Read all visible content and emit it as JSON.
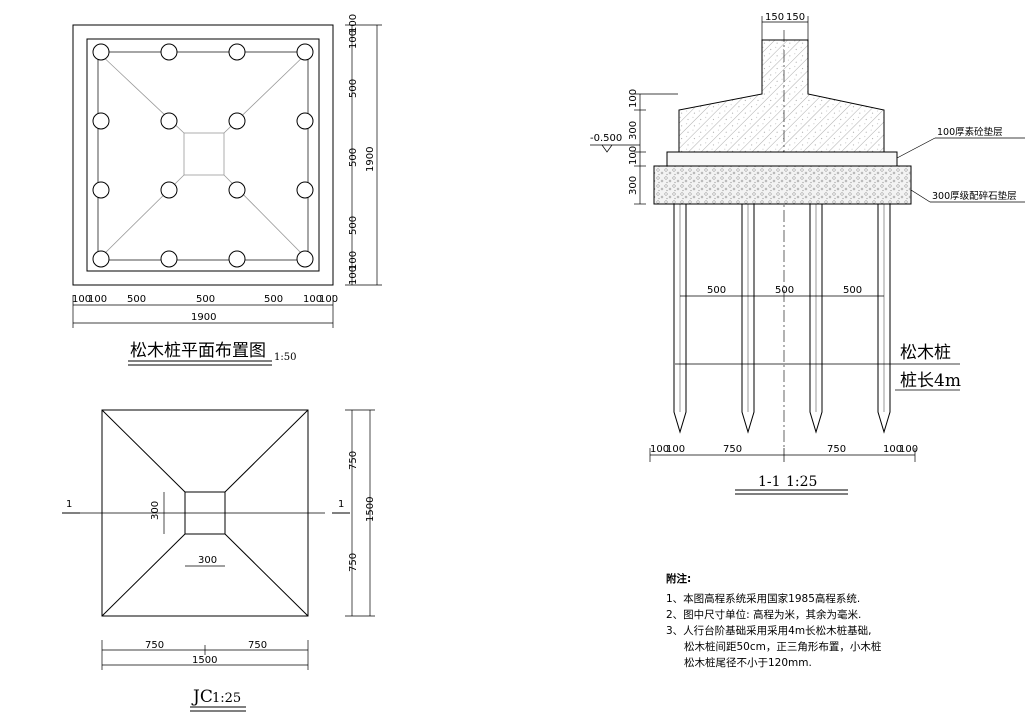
{
  "plan": {
    "title": "松木桩平面布置图",
    "scale": "1:50",
    "dim_right": [
      "100",
      "100",
      "500",
      "500",
      "500",
      "100",
      "100"
    ],
    "dim_right_total": "1900",
    "dim_bottom": [
      "100",
      "100",
      "500",
      "500",
      "500",
      "100",
      "100"
    ],
    "dim_bottom_total": "1900"
  },
  "jc": {
    "title": "JC",
    "scale": "1:25",
    "section_mark": "1",
    "dim_right": [
      "750",
      "750"
    ],
    "dim_right_total": "1500",
    "dim_inner_v": "300",
    "dim_inner_h": "300",
    "dim_bottom": [
      "750",
      "750"
    ],
    "dim_bottom_total": "1500"
  },
  "section": {
    "title": "1-1",
    "scale": "1:25",
    "dim_top": [
      "150",
      "150"
    ],
    "dim_left": [
      "100",
      "300",
      "100",
      "300"
    ],
    "elevation": "-0.500",
    "layer1": "100厚素砼垫层",
    "layer2": "300厚级配碎石垫层",
    "pile_spacing": [
      "500",
      "500",
      "500"
    ],
    "pile_label1": "松木桩",
    "pile_label2": "桩长4m",
    "dim_bottom": [
      "100",
      "100",
      "750",
      "750",
      "100",
      "100"
    ]
  },
  "notes": {
    "heading": "附注:",
    "lines": [
      "1、本图高程系统采用国家1985高程系统.",
      "2、图中尺寸单位: 高程为米，其余为毫米.",
      "3、人行台阶基础采用采用4m长松木桩基础,",
      "松木桩间距50cm，正三角形布置，小木桩",
      "松木桩尾径不小于120mm."
    ]
  }
}
